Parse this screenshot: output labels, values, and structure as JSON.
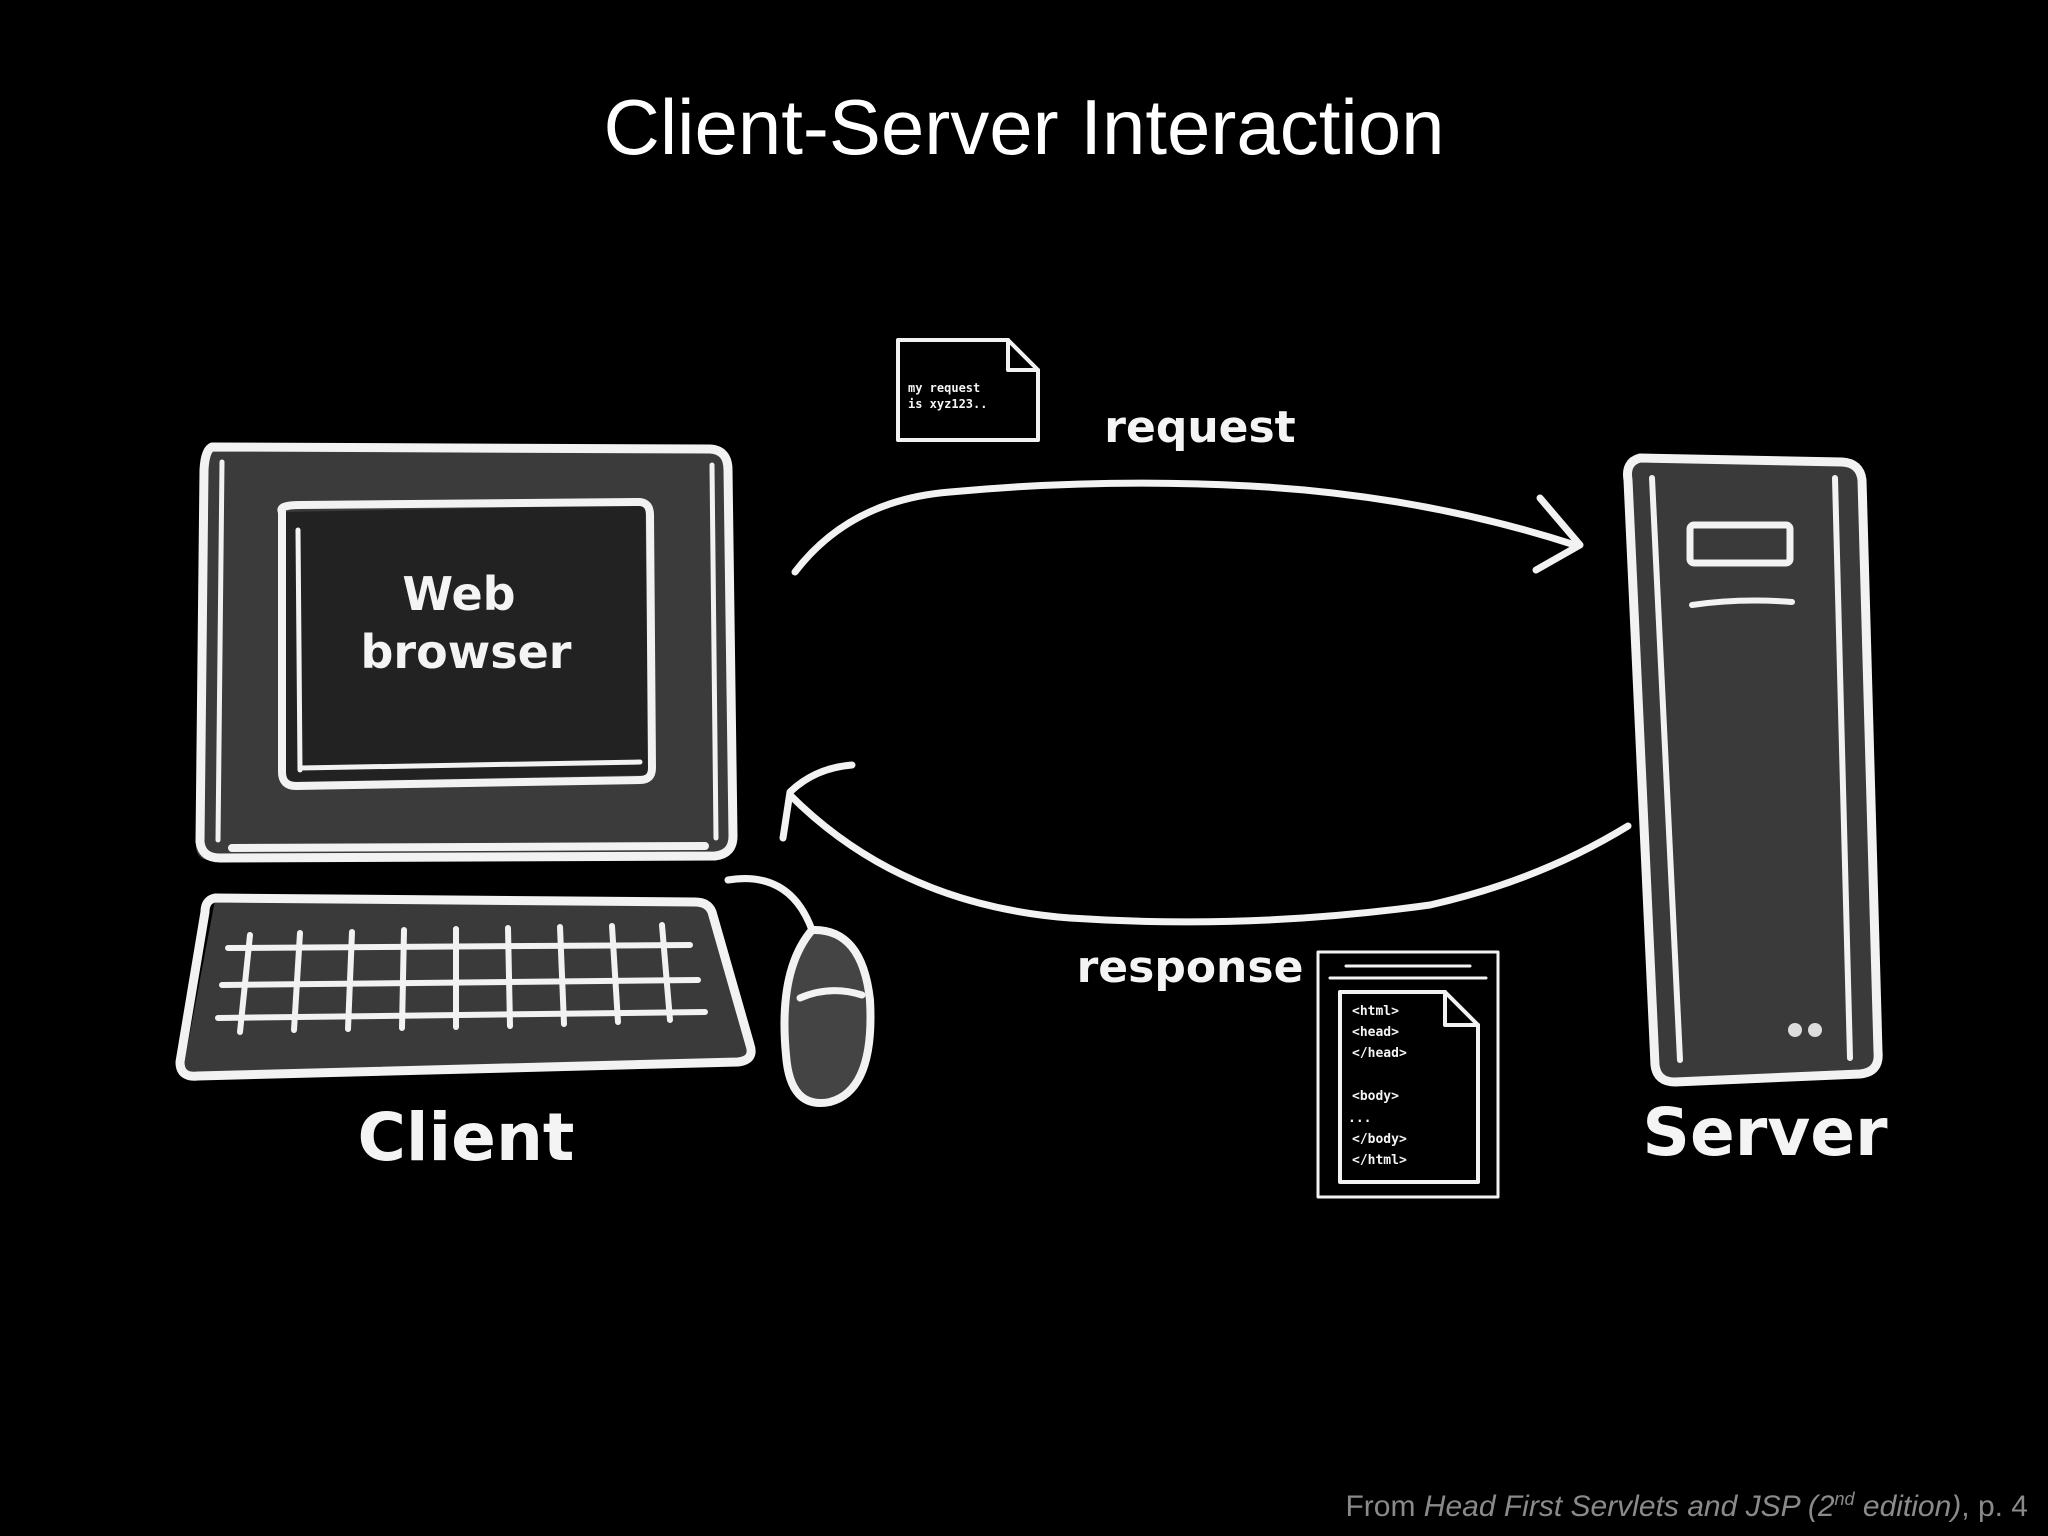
{
  "title": "Client-Server Interaction",
  "diagram": {
    "screen_text_line1": "Web",
    "screen_text_line2": "browser",
    "client_label": "Client",
    "server_label": "Server",
    "request_label": "request",
    "response_label": "response",
    "request_doc": {
      "line1": "my request",
      "line2": "is xyz123.."
    },
    "response_doc": {
      "lines": [
        "<html>",
        "<head>",
        "</head>",
        "<body>",
        "...",
        "</body>",
        "</html>"
      ]
    }
  },
  "citation": {
    "prefix": "From ",
    "book_title": "Head First Servlets and JSP (2",
    "edition_sup": "nd",
    "edition_suffix": " edition)",
    "page": ", p. 4"
  }
}
